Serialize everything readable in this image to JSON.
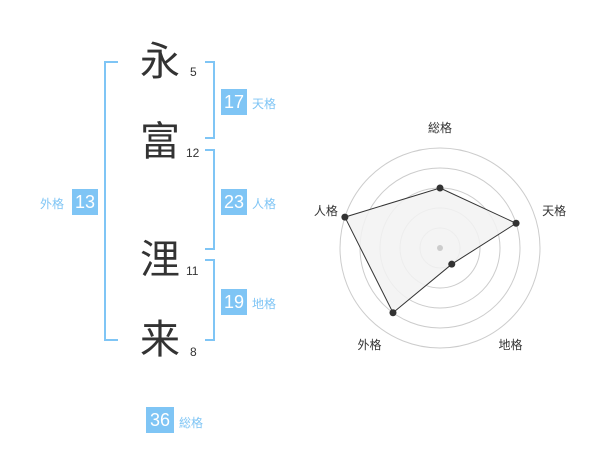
{
  "name": {
    "chars": [
      {
        "char": "永",
        "strokes": "5"
      },
      {
        "char": "富",
        "strokes": "12"
      },
      {
        "char": "浬",
        "strokes": "11"
      },
      {
        "char": "来",
        "strokes": "8"
      }
    ]
  },
  "fortunes": {
    "tenkaku": {
      "value": "17",
      "label": "天格"
    },
    "jinkaku": {
      "value": "23",
      "label": "人格"
    },
    "chikaku": {
      "value": "19",
      "label": "地格"
    },
    "gaikaku": {
      "value": "13",
      "label": "外格"
    },
    "soukaku": {
      "value": "36",
      "label": "総格"
    }
  },
  "chart_data": {
    "type": "radar",
    "axes": [
      "総格",
      "天格",
      "地格",
      "外格",
      "人格"
    ],
    "values": [
      3,
      4,
      1,
      4,
      5
    ],
    "max": 5,
    "rings": 5,
    "colors": {
      "fill": "#f2f2f2",
      "ring": "#cccccc",
      "line": "#333333",
      "point": "#333333"
    }
  }
}
